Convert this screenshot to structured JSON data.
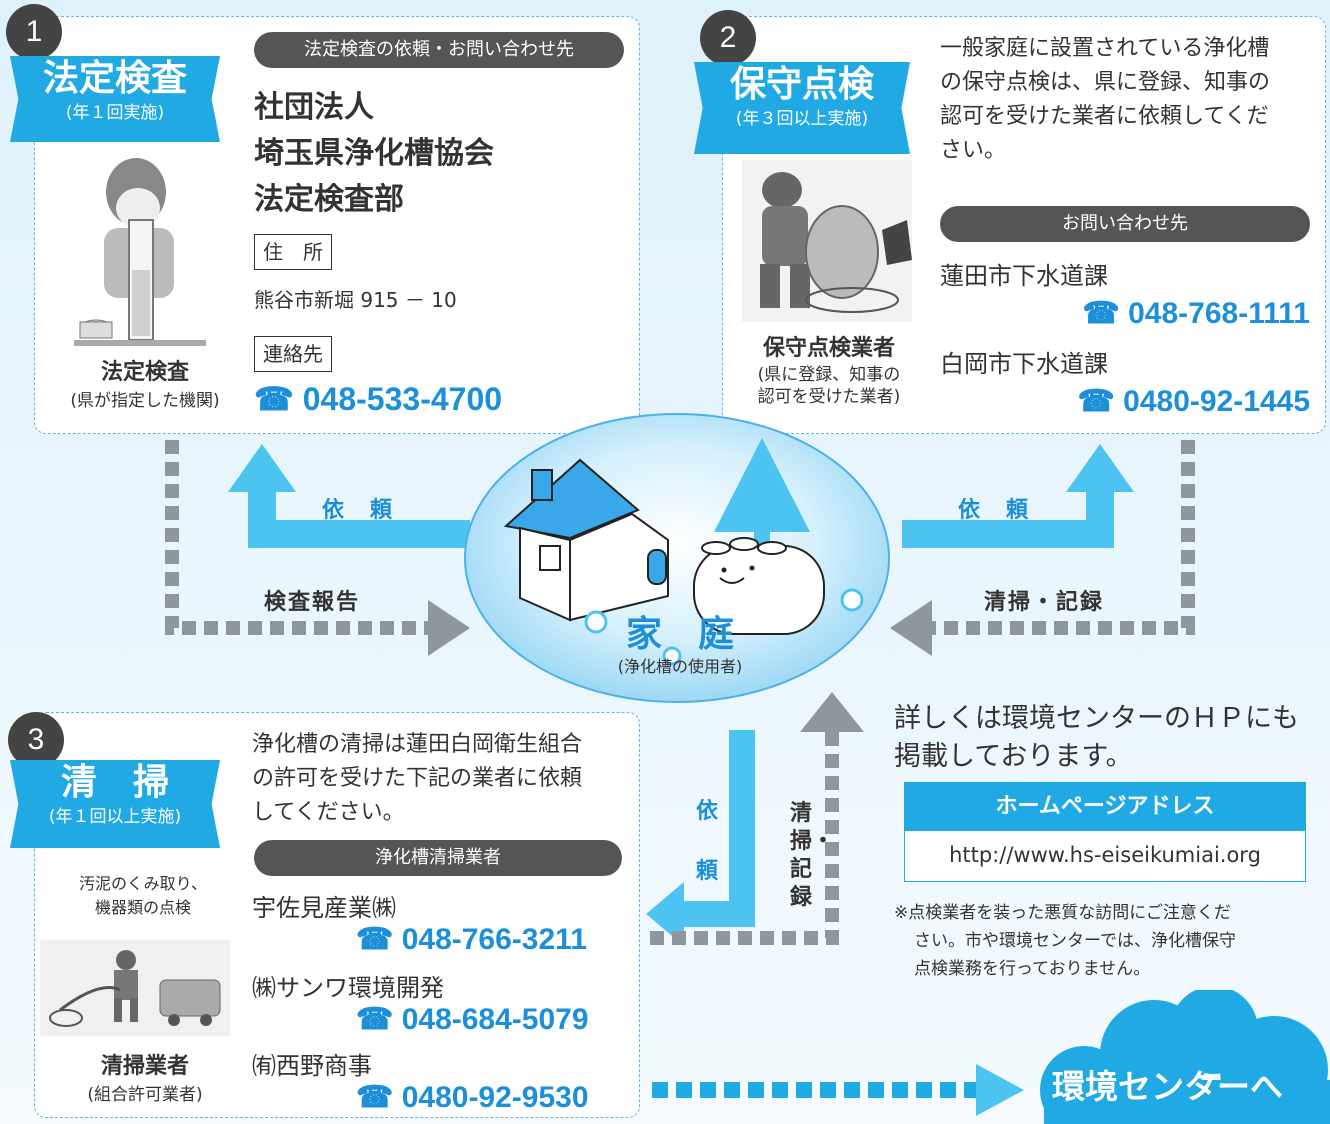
{
  "panel1": {
    "number": "1",
    "title": "法定検査",
    "subtitle": "(年１回実施)",
    "pill": "法定検査の依頼・お問い合わせ先",
    "org_lines": [
      "社団法人",
      "埼玉県浄化槽協会",
      "法定検査部"
    ],
    "address_label": "住　所",
    "address": "熊谷市新堀 915 － 10",
    "contact_label": "連絡先",
    "phone": "☎ 048-533-4700",
    "caption_title": "法定検査",
    "caption_sub": "(県が指定した機関)"
  },
  "panel2": {
    "number": "2",
    "title": "保守点検",
    "subtitle": "(年３回以上実施)",
    "description_lines": [
      "一般家庭に設置されている浄化槽",
      "の保守点検は、県に登録、知事の",
      "認可を受けた業者に依頼してくだ",
      "さい。"
    ],
    "pill": "お問い合わせ先",
    "contacts": [
      {
        "name": "蓮田市下水道課",
        "phone": "☎ 048-768-1111"
      },
      {
        "name": "白岡市下水道課",
        "phone": "☎ 0480-92-1445"
      }
    ],
    "caption_title": "保守点検業者",
    "caption_sub_lines": [
      "(県に登録、知事の",
      "認可を受けた業者)"
    ]
  },
  "panel3": {
    "number": "3",
    "title": "清　掃",
    "subtitle": "(年１回以上実施)",
    "note_lines": [
      "汚泥のくみ取り、",
      "機器類の点検"
    ],
    "description_lines": [
      "浄化槽の清掃は蓮田白岡衛生組合",
      "の許可を受けた下記の業者に依頼",
      "してください。"
    ],
    "pill": "浄化槽清掃業者",
    "vendors": [
      {
        "name": "宇佐見産業㈱",
        "phone": "☎ 048-766-3211"
      },
      {
        "name": "㈱サンワ環境開発",
        "phone": "☎ 048-684-5079"
      },
      {
        "name": "㈲西野商事",
        "phone": "☎ 0480-92-9530"
      }
    ],
    "caption_title": "清掃業者",
    "caption_sub": "(組合許可業者)"
  },
  "center": {
    "title": "家　庭",
    "subtitle": "(浄化槽の使用者)"
  },
  "flows": {
    "left_request": "依　頼",
    "left_report": "検査報告",
    "right_request": "依　頼",
    "right_clean": "清掃・記録",
    "bottom_request": "依　頼",
    "bottom_clean": "清掃・記録"
  },
  "homepage": {
    "intro_lines": [
      "詳しくは環境センターのＨＰにも",
      "掲載しております。"
    ],
    "header": "ホームページアドレス",
    "url": "http://www.hs-eiseikumiai.org",
    "warning_lines": [
      "※点検業者を装った悪質な訪問にご注意くだ",
      "さい。市や環境センターでは、浄化槽保守",
      "点検業務を行っておりません。"
    ]
  },
  "cloud_label": "環境センターへ",
  "colors": {
    "accent": "#21a9e3",
    "phone": "#1c8fd8",
    "arrow": "#4cc3f0",
    "dotted": "#8e979c",
    "dark": "#444444"
  }
}
